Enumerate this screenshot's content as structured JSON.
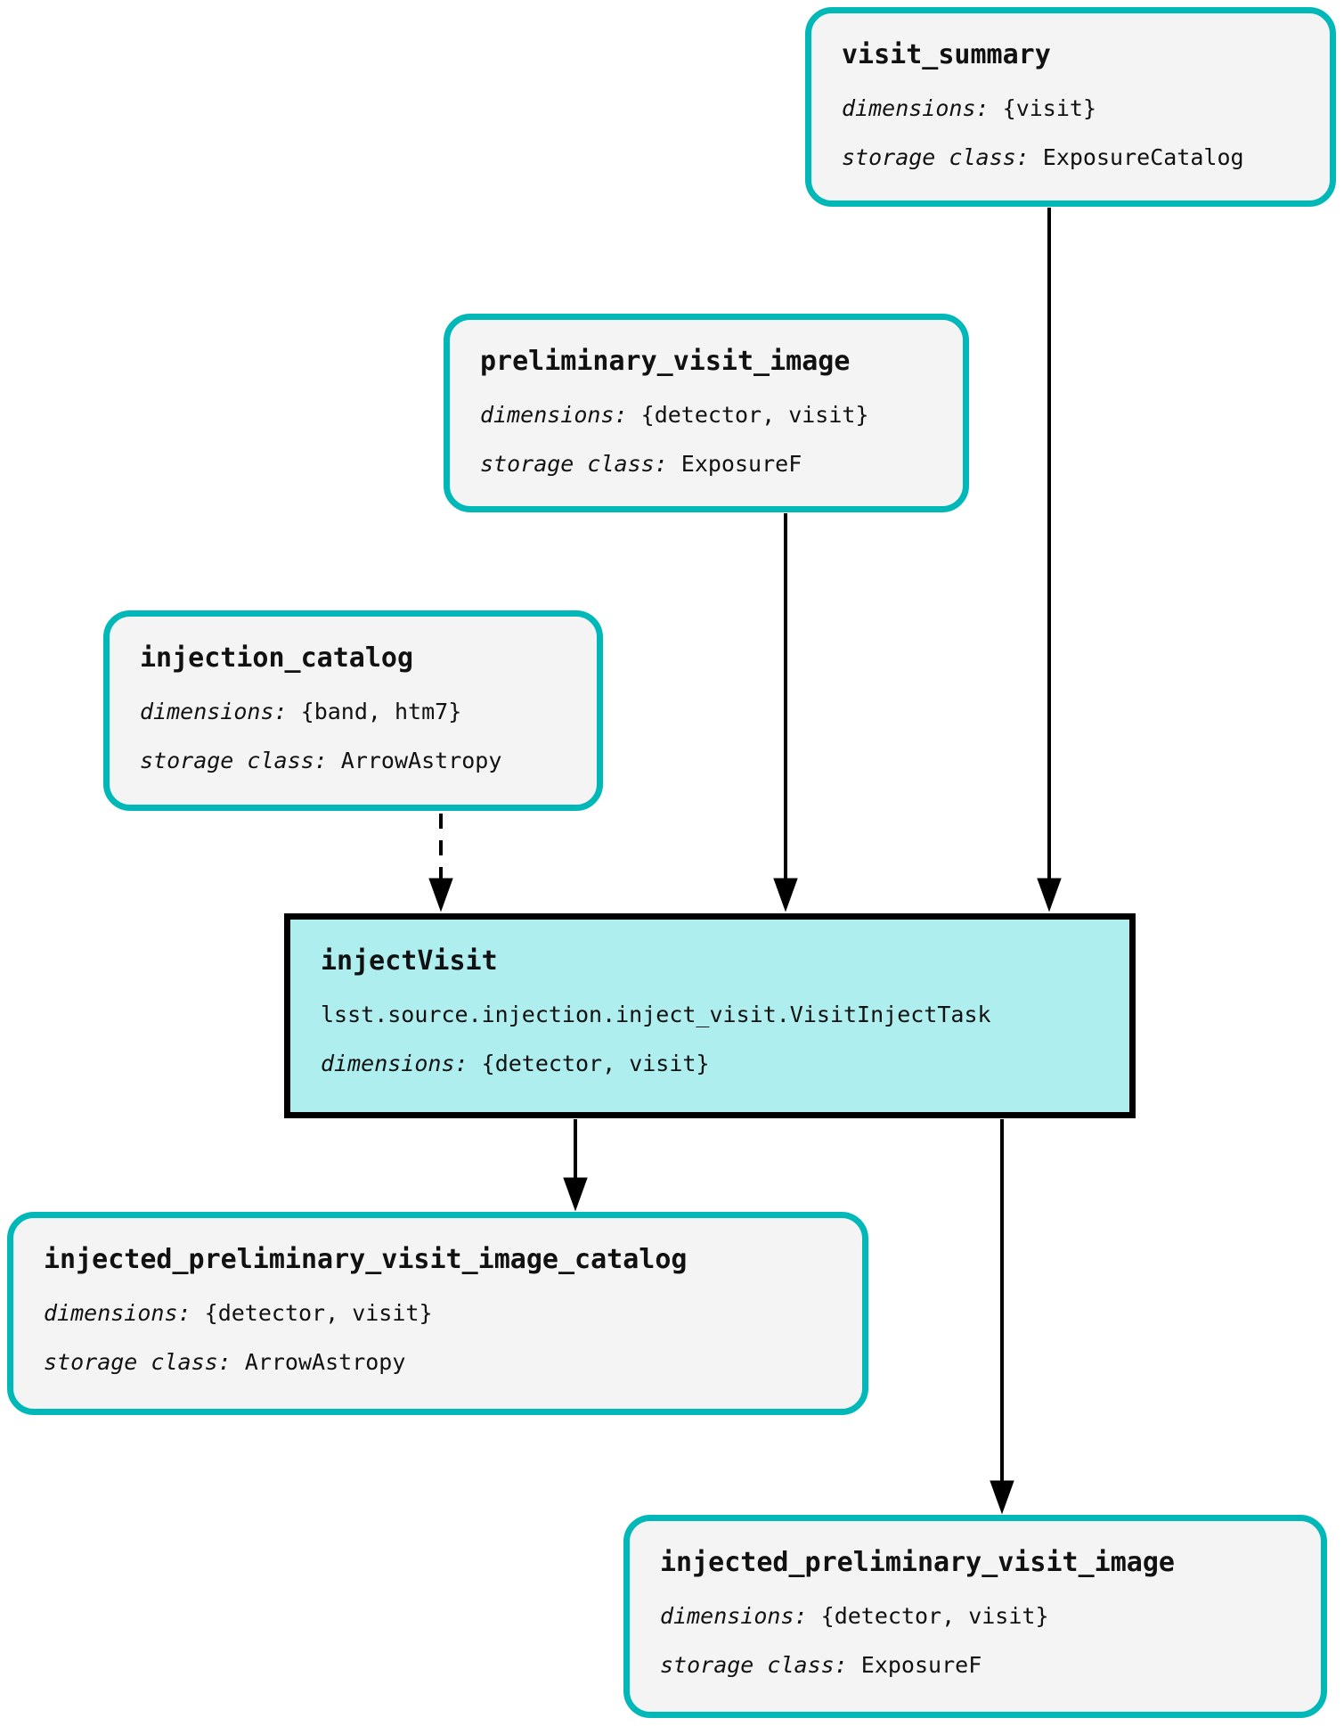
{
  "colors": {
    "dataset_border": "#00b8b8",
    "dataset_fill": "#f4f4f4",
    "task_fill": "#aeeeee",
    "task_border": "#000000",
    "edge": "#000000",
    "text": "#111111"
  },
  "nodes": {
    "visit_summary": {
      "type": "dataset",
      "title": "visit_summary",
      "dimensions_label": "dimensions:",
      "dimensions_value": "{visit}",
      "storage_label": "storage class:",
      "storage_value": "ExposureCatalog"
    },
    "preliminary_visit_image": {
      "type": "dataset",
      "title": "preliminary_visit_image",
      "dimensions_label": "dimensions:",
      "dimensions_value": "{detector, visit}",
      "storage_label": "storage class:",
      "storage_value": "ExposureF"
    },
    "injection_catalog": {
      "type": "dataset",
      "title": "injection_catalog",
      "dimensions_label": "dimensions:",
      "dimensions_value": "{band, htm7}",
      "storage_label": "storage class:",
      "storage_value": "ArrowAstropy"
    },
    "injectVisit": {
      "type": "task",
      "title": "injectVisit",
      "task_class": "lsst.source.injection.inject_visit.VisitInjectTask",
      "dimensions_label": "dimensions:",
      "dimensions_value": "{detector, visit}"
    },
    "injected_preliminary_visit_image_catalog": {
      "type": "dataset",
      "title": "injected_preliminary_visit_image_catalog",
      "dimensions_label": "dimensions:",
      "dimensions_value": "{detector, visit}",
      "storage_label": "storage class:",
      "storage_value": "ArrowAstropy"
    },
    "injected_preliminary_visit_image": {
      "type": "dataset",
      "title": "injected_preliminary_visit_image",
      "dimensions_label": "dimensions:",
      "dimensions_value": "{detector, visit}",
      "storage_label": "storage class:",
      "storage_value": "ExposureF"
    }
  },
  "edges": [
    {
      "from": "injection_catalog",
      "to": "injectVisit",
      "style": "dashed"
    },
    {
      "from": "preliminary_visit_image",
      "to": "injectVisit",
      "style": "solid"
    },
    {
      "from": "visit_summary",
      "to": "injectVisit",
      "style": "solid"
    },
    {
      "from": "injectVisit",
      "to": "injected_preliminary_visit_image_catalog",
      "style": "solid"
    },
    {
      "from": "injectVisit",
      "to": "injected_preliminary_visit_image",
      "style": "solid"
    }
  ]
}
